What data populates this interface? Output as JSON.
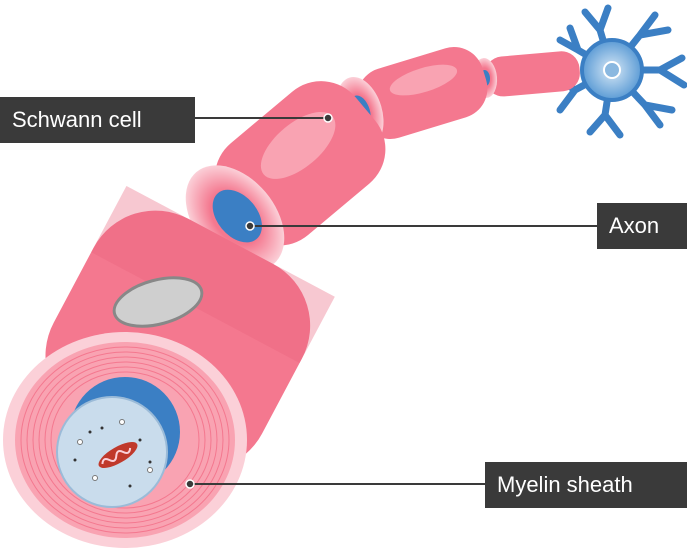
{
  "title": "Myelinated nerve fiber",
  "labels": {
    "schwann_cell": "Schwann cell",
    "axon": "Axon",
    "myelin_sheath": "Myelin sheath"
  },
  "colors": {
    "sheath": "#f4788f",
    "sheath_light": "#f9a3b2",
    "axon": "#3b7fc4",
    "axoplasm": "#c9dcec",
    "label_bg": "#3a3a3a"
  }
}
